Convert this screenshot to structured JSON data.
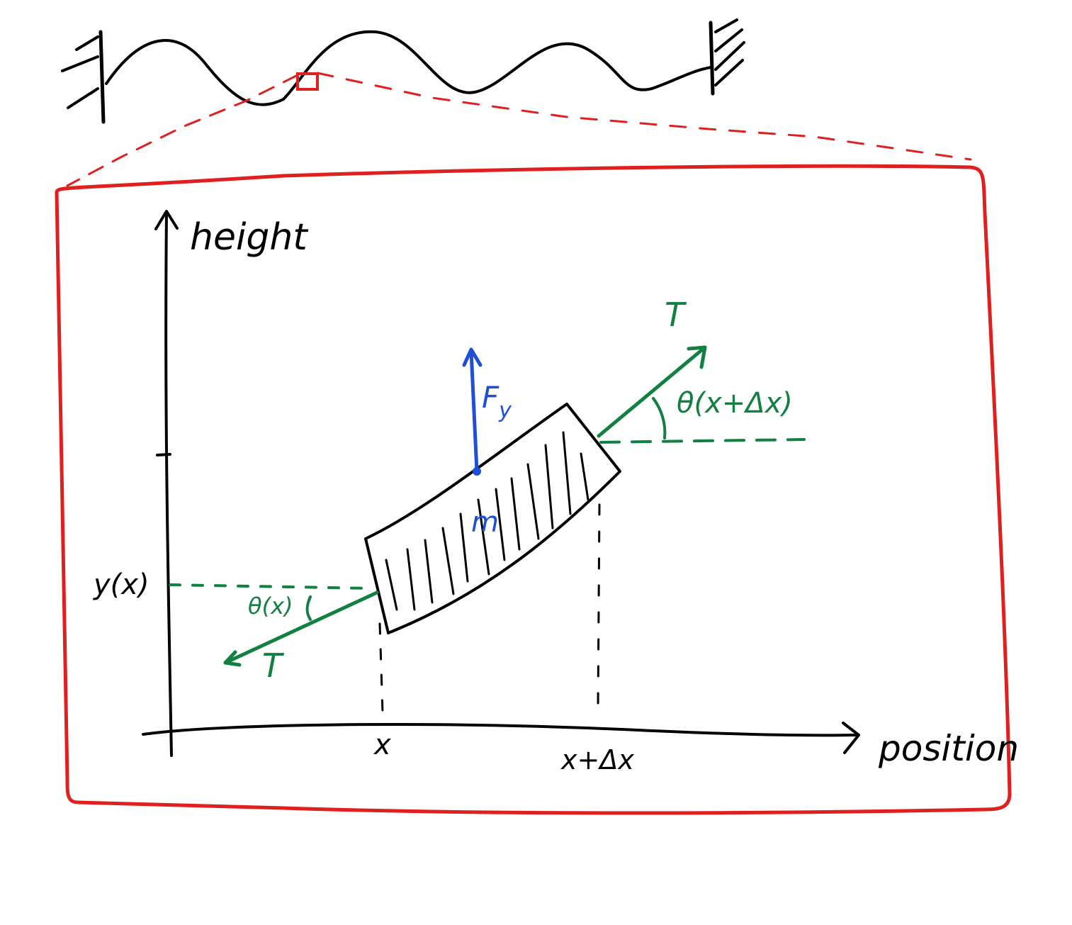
{
  "diagram": {
    "labels": {
      "y_axis": "height",
      "x_axis": "position",
      "x_tick": "x",
      "x_dx_tick": "x+Δx",
      "y_tick": "y(x)",
      "tension_left": "T",
      "tension_right": "T",
      "angle_left": "θ(x)",
      "angle_right": "θ(x+Δx)",
      "force": "F",
      "force_sub": "y",
      "mass": "m"
    },
    "colors": {
      "ink": "#000000",
      "highlight": "#e0201e",
      "tension": "#118040",
      "force": "#1f4fd8"
    }
  }
}
